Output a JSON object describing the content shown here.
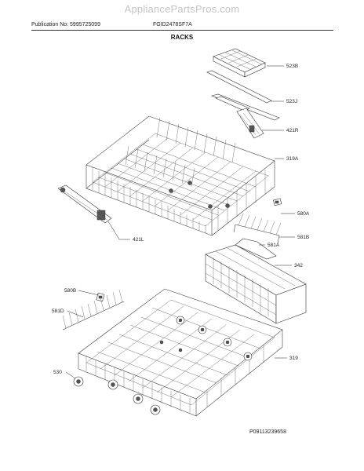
{
  "header": {
    "watermark": "AppliancePartsPros.com",
    "publication": "Publication No: 5995725099",
    "model": "FGID2478SF7A",
    "section_title": "RACKS"
  },
  "callouts": [
    {
      "id": "523b",
      "label": "523B"
    },
    {
      "id": "523j",
      "label": "523J"
    },
    {
      "id": "421r",
      "label": "421R"
    },
    {
      "id": "319a",
      "label": "319A"
    },
    {
      "id": "580a",
      "label": "580A"
    },
    {
      "id": "421l",
      "label": "421L"
    },
    {
      "id": "581b",
      "label": "581B"
    },
    {
      "id": "581a",
      "label": "581A"
    },
    {
      "id": "342",
      "label": "342"
    },
    {
      "id": "580b",
      "label": "580B"
    },
    {
      "id": "581d",
      "label": "581D"
    },
    {
      "id": "319",
      "label": "319"
    },
    {
      "id": "530",
      "label": "530"
    }
  ],
  "footer": {
    "reference": "P09113239658"
  }
}
